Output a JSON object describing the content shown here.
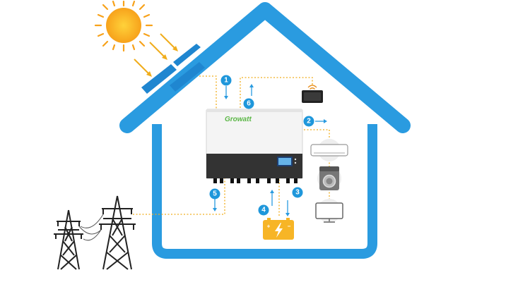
{
  "colors": {
    "house": "#2a9be0",
    "step_badge": "#1f97db",
    "flow_line": "#f0ad1c",
    "sun": "#f7a21b",
    "panel": "#1f86d0",
    "battery": "#f7b526",
    "inverter_base": "#333333",
    "brand_green": "#5ab645",
    "pylon": "#222222"
  },
  "inverter": {
    "brand": "Growatt"
  },
  "steps": [
    {
      "number": "1",
      "meaning": "arrow-down"
    },
    {
      "number": "2",
      "meaning": "arrow-right"
    },
    {
      "number": "3",
      "meaning": "arrow-down"
    },
    {
      "number": "4",
      "meaning": "arrow-up"
    },
    {
      "number": "5",
      "meaning": "arrow-down"
    },
    {
      "number": "6",
      "meaning": "arrow-up"
    }
  ],
  "icons": [
    "sun-icon",
    "solar-panel-icon",
    "inverter-icon",
    "wifi-monitor-icon",
    "air-conditioner-icon",
    "washing-machine-icon",
    "tv-icon",
    "battery-icon",
    "power-pylon-icon"
  ]
}
